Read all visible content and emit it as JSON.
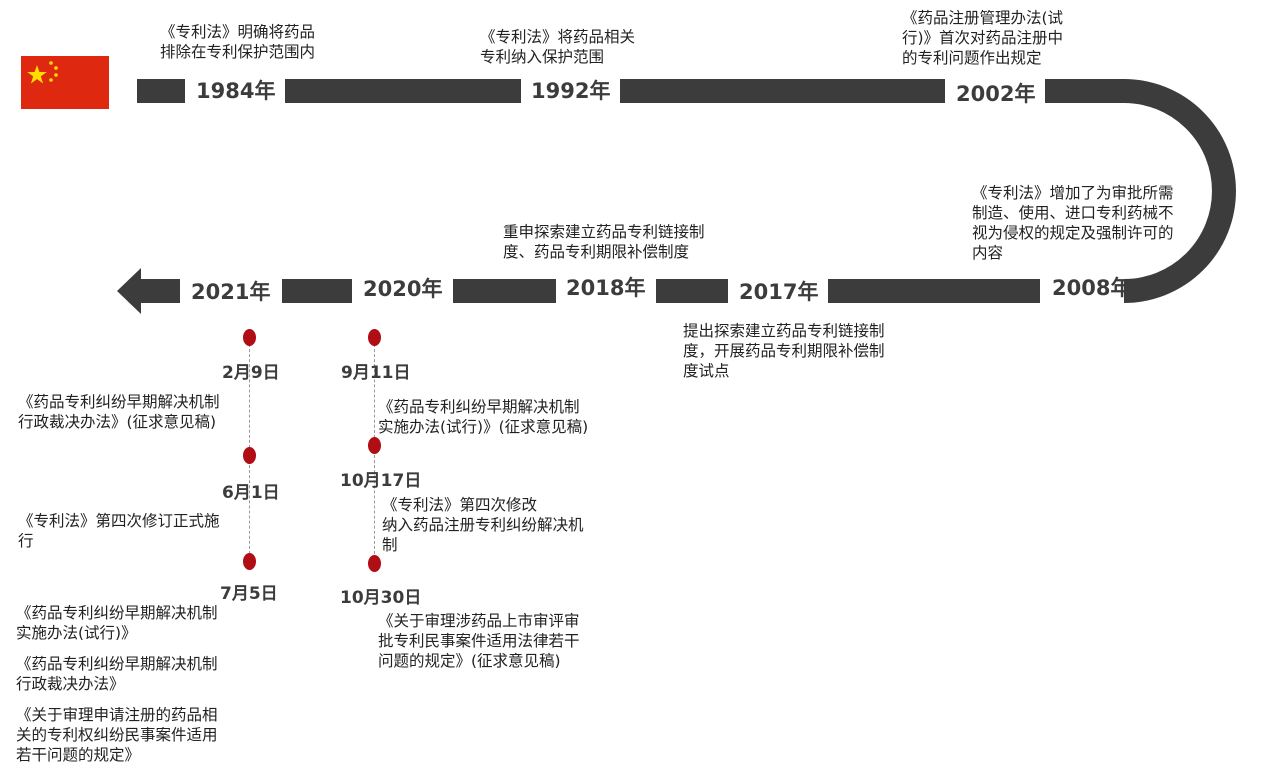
{
  "years": {
    "y1984": "1984年",
    "y1992": "1992年",
    "y2002": "2002年",
    "y2008": "2008年",
    "y2017": "2017年",
    "y2018": "2018年",
    "y2020": "2020年",
    "y2021": "2021年"
  },
  "notes": {
    "n1984": [
      "《专利法》明确将药品",
      "排除在专利保护范围内"
    ],
    "n1992": [
      "《专利法》将药品相关",
      "专利纳入保护范围"
    ],
    "n2002": [
      "《药品注册管理办法(试",
      "行)》首次对药品注册中",
      "的专利问题作出规定"
    ],
    "n2008": [
      "《专利法》增加了为审批所需",
      "制造、使用、进口专利药械不",
      "视为侵权的规定及强制许可的",
      "内容"
    ],
    "n2018": [
      "重申探索建立药品专利链接制",
      "度、药品专利期限补偿制度"
    ],
    "n2017": [
      "提出探索建立药品专利链接制",
      "度，开展药品专利期限补偿制",
      "度试点"
    ]
  },
  "events2021": [
    {
      "date": "2月9日",
      "text": [
        "《药品专利纠纷早期解决机制",
        "行政裁决办法》(征求意见稿)"
      ]
    },
    {
      "date": "6月1日",
      "text": [
        "《专利法》第四次修订正式施",
        "行"
      ]
    },
    {
      "date": "7月5日",
      "text": [
        "《药品专利纠纷早期解决机制",
        "实施办法(试行)》",
        "",
        "《药品专利纠纷早期解决机制",
        "行政裁决办法》",
        "",
        "《关于审理申请注册的药品相",
        "关的专利权纠纷民事案件适用",
        "若干问题的规定》"
      ]
    }
  ],
  "events2020": [
    {
      "date": "9月11日",
      "text": [
        "《药品专利纠纷早期解决机制",
        "实施办法(试行)》(征求意见稿)"
      ]
    },
    {
      "date": "10月17日",
      "text": [
        "《专利法》第四次修改",
        "纳入药品注册专利纠纷解决机",
        "制"
      ]
    },
    {
      "date": "10月30日",
      "text": [
        "《关于审理涉药品上市审评审",
        "批专利民事案件适用法律若干",
        "问题的规定》(征求意见稿)"
      ]
    }
  ],
  "colors": {
    "bar": "#3c3c3c",
    "dot": "#b00d14",
    "flag": "#de2910",
    "star": "#ffde00"
  }
}
